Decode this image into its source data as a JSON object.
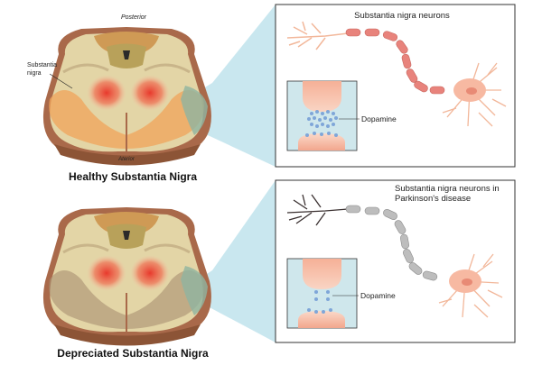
{
  "brain_top": {
    "label_posterior": "Posterior",
    "label_anterior": "Aterior",
    "label_structure": [
      "Substantia",
      "nigra"
    ],
    "caption": "Healthy Substantia Nigra"
  },
  "brain_bottom": {
    "caption": "Depreciated Substantia Nigra"
  },
  "panel_top": {
    "title": "Substantia nigra neurons",
    "synapse_label": "Dopamine"
  },
  "panel_bottom": {
    "title_lines": [
      "Substantia nigra neurons in",
      "Parkinson's disease"
    ],
    "synapse_label": "Dopamine"
  },
  "colors": {
    "healthy_axon": "#e8837c",
    "diseased_axon": "#b8b8b8",
    "dopamine": "#7fa6d8",
    "panel_connector": "#bfe3ec",
    "neuron_body": "#f7b9a2"
  }
}
